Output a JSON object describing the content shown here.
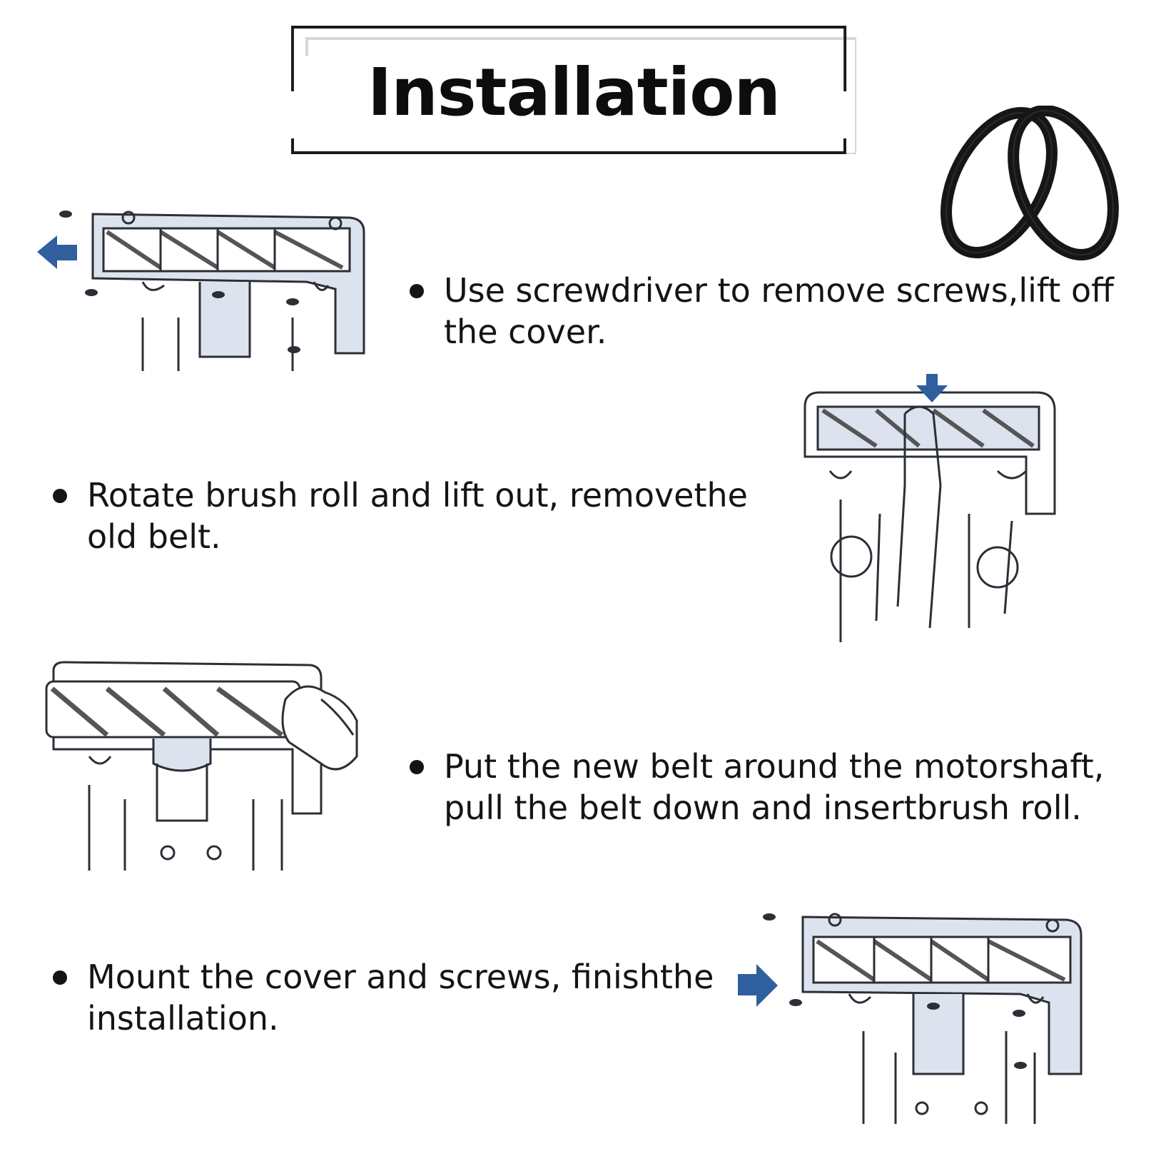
{
  "title": "Installation",
  "steps": [
    {
      "text": "Use screwdriver to remove screws,lift off the cover."
    },
    {
      "text": "Rotate brush roll and lift out, removethe old belt."
    },
    {
      "text": "Put the new belt around the motorshaft, pull the belt down and insertbrush roll."
    },
    {
      "text": "Mount the cover and screws, finishthe installation."
    }
  ],
  "icons": {
    "arrow_color": "#2f5f9e",
    "cover_color": "#dde3ee",
    "line_color": "#2b2f36",
    "belt_color": "#161616"
  }
}
